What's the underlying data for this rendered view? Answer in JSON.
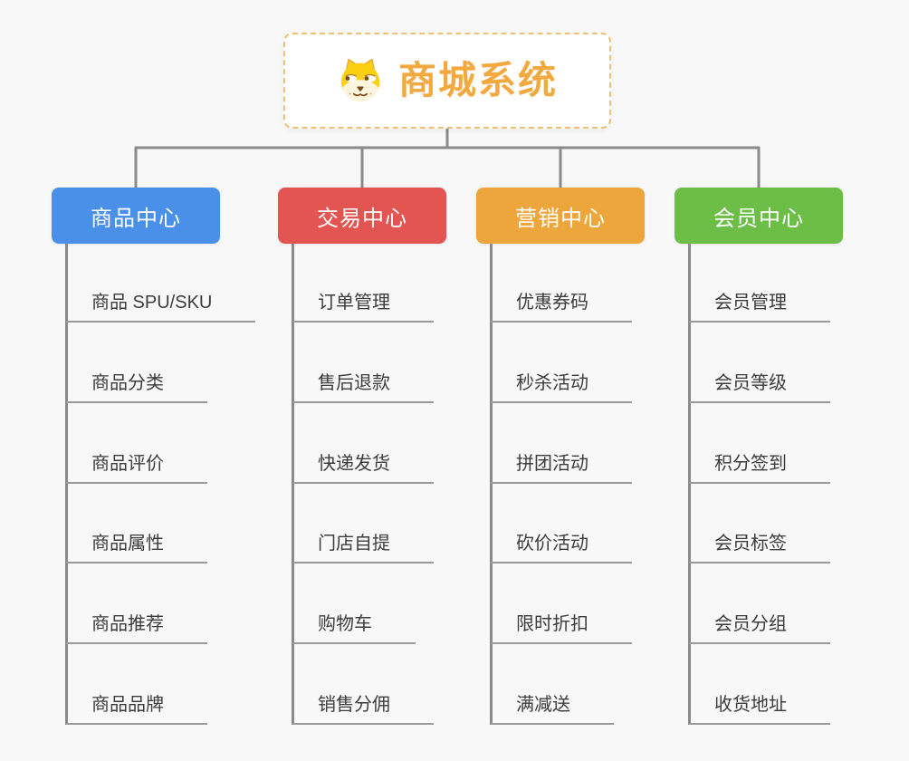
{
  "root": {
    "title": "商城系统",
    "icon": "dog-face"
  },
  "branches": [
    {
      "id": "product",
      "label": "商品中心",
      "color": "#4a90e9",
      "items": [
        "商品 SPU/SKU",
        "商品分类",
        "商品评价",
        "商品属性",
        "商品推荐",
        "商品品牌"
      ]
    },
    {
      "id": "trade",
      "label": "交易中心",
      "color": "#e25551",
      "items": [
        "订单管理",
        "售后退款",
        "快递发货",
        "门店自提",
        "购物车",
        "销售分佣"
      ]
    },
    {
      "id": "marketing",
      "label": "营销中心",
      "color": "#eca63c",
      "items": [
        "优惠券码",
        "秒杀活动",
        "拼团活动",
        "砍价活动",
        "限时折扣",
        "满减送"
      ]
    },
    {
      "id": "member",
      "label": "会员中心",
      "color": "#6dbe47",
      "items": [
        "会员管理",
        "会员等级",
        "积分签到",
        "会员标签",
        "会员分组",
        "收货地址"
      ]
    }
  ],
  "colors": {
    "root_text": "#f2a93f",
    "root_border": "#efbf72",
    "connector": "#8a8a8a",
    "underline": "#9a9a9a",
    "background": "#f8f8f8",
    "leaf_text": "#3c3c3c"
  }
}
